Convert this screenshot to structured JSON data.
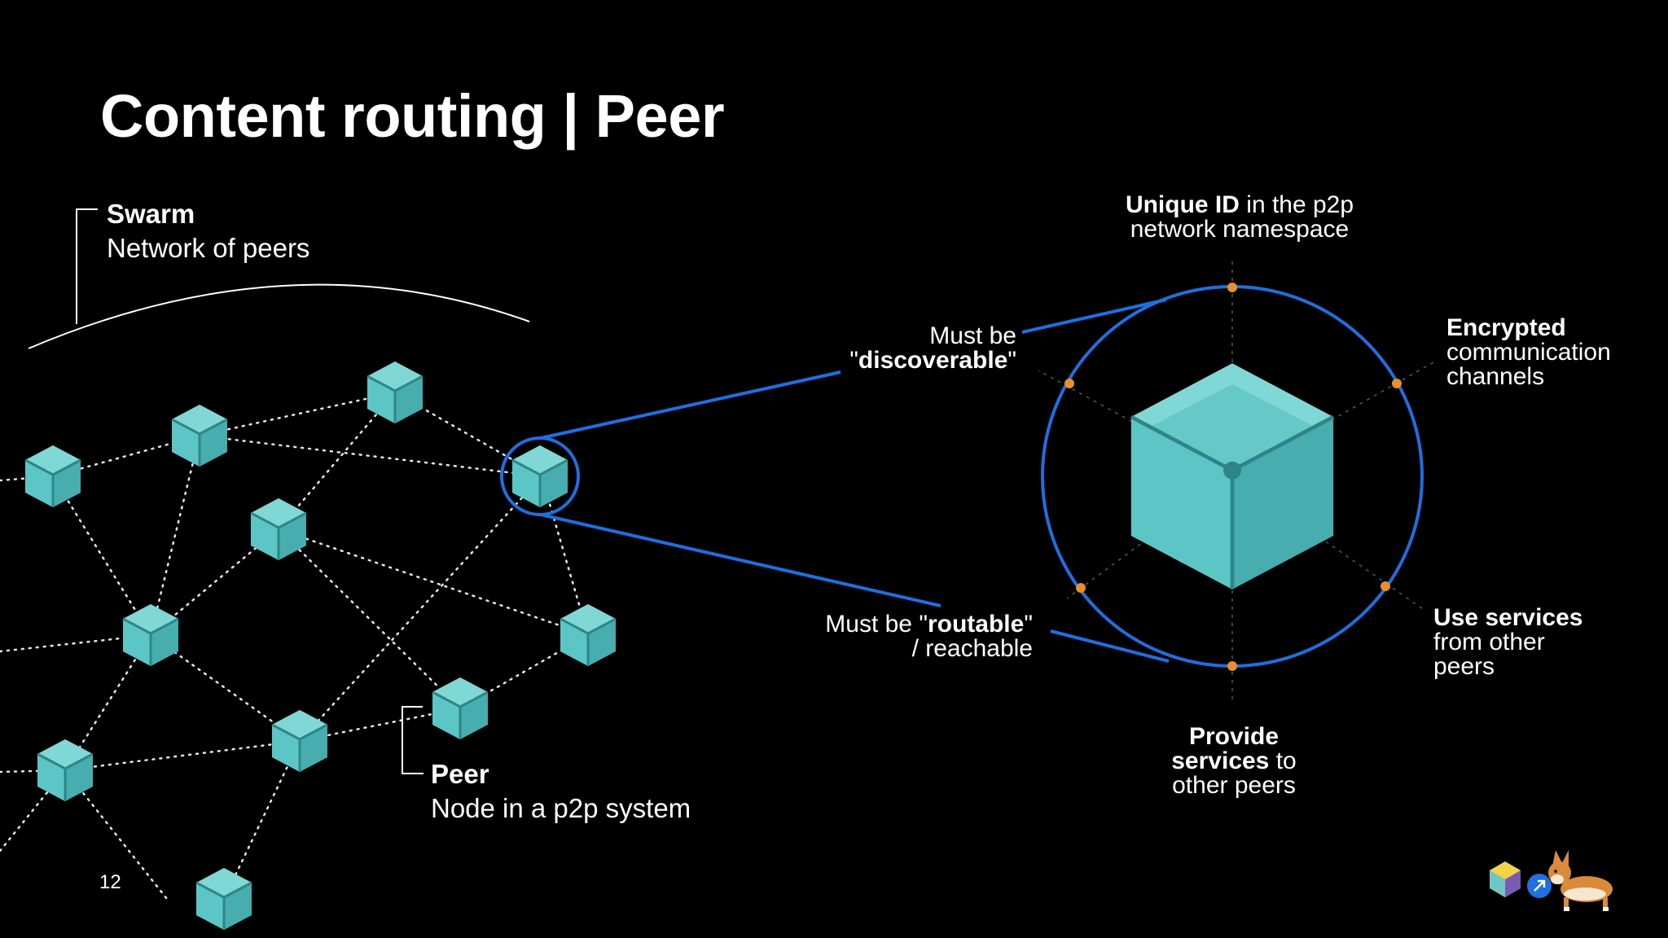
{
  "title": "Content routing | Peer",
  "page_number": "12",
  "swarm": {
    "heading": "Swarm",
    "desc": "Network of peers"
  },
  "peer": {
    "heading": "Peer",
    "desc": "Node in a p2p system"
  },
  "properties": {
    "discoverable": {
      "line1": "Must be",
      "q_open": "\"",
      "bold": "discoverable",
      "q_close": "\""
    },
    "routable": {
      "pre": "Must be \"",
      "bold": "routable",
      "post": "\"",
      "line2": "/ reachable"
    },
    "unique_id": {
      "bold": "Unique ID",
      "rest": " in the p2p",
      "line2": "network namespace"
    },
    "encrypted": {
      "bold": "Encrypted",
      "line2": "communication",
      "line3": "channels"
    },
    "use_services": {
      "bold": "Use services",
      "line2": "from other",
      "line3": "peers"
    },
    "provide_services": {
      "line1": "Provide",
      "bold": "services",
      "rest": " to",
      "line3": "other peers"
    }
  },
  "colors": {
    "accent_blue": "#1f6fe0",
    "cube_teal": "#5cc6c6",
    "dot_orange": "#e8902c"
  },
  "icons": [
    "peer-cube-icon",
    "libp2p-logo-icon",
    "corgi-mascot-icon"
  ]
}
